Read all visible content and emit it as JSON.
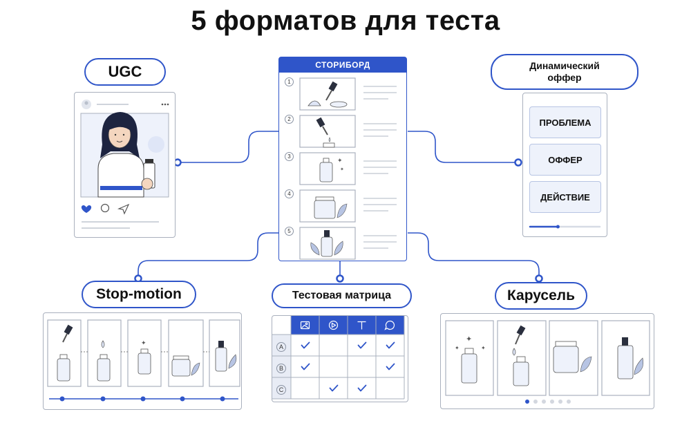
{
  "title": "5 форматов для теста",
  "formats": {
    "ugc": "UGC",
    "dynamic_offer": "Динамический оффер",
    "stop_motion": "Stop-motion",
    "test_matrix": "Тестовая матрица",
    "carousel": "Карусель"
  },
  "storyboard": {
    "header": "СТОРИБОРД",
    "steps": [
      "1",
      "2",
      "3",
      "4",
      "5"
    ]
  },
  "offer_buttons": [
    "ПРОБЛЕМА",
    "ОФФЕР",
    "ДЕЙСТВИЕ"
  ],
  "offer_progress": 0.4,
  "matrix": {
    "columns": [
      "image-icon",
      "play-icon",
      "text-icon",
      "chat-icon"
    ],
    "rows": [
      {
        "label": "A",
        "checks": [
          true,
          false,
          true,
          true
        ]
      },
      {
        "label": "B",
        "checks": [
          true,
          false,
          false,
          true
        ]
      },
      {
        "label": "C",
        "checks": [
          false,
          true,
          true,
          false
        ]
      }
    ]
  },
  "carousel_active": 0,
  "carousel_dots": 6,
  "colors": {
    "accent": "#2f55c9",
    "border": "#a9b0bd",
    "tint": "#e8ecf5"
  }
}
